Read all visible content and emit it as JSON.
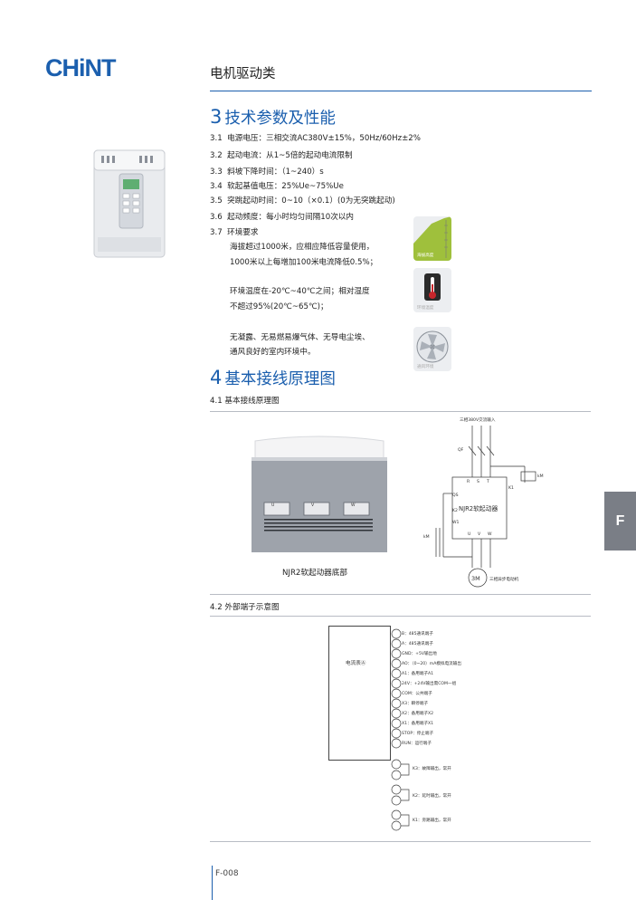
{
  "header": {
    "brand": "CHiNT",
    "section": "电机驱动类"
  },
  "sec3": {
    "num": "3",
    "title": "技术参数及性能",
    "items": [
      {
        "n": "3.1",
        "t": "电源电压：三相交流AC380V±15%，50Hz/60Hz±2%"
      },
      {
        "n": "3.2",
        "t": "起动电流：从1~5倍的起动电流限制"
      },
      {
        "n": "3.3",
        "t": "斜坡下降时间：（1~240）s"
      },
      {
        "n": "3.4",
        "t": "软起基值电压：25%Ue~75%Ue"
      },
      {
        "n": "3.5",
        "t": "突跳起动时间：0~10（×0.1）(0为无突跳起动)"
      },
      {
        "n": "3.6",
        "t": "起动频度：每小时均匀间隔10次以内"
      },
      {
        "n": "3.7",
        "t": "环境要求"
      }
    ],
    "env": [
      "海拔超过1000米，应相应降低容量使用，",
      "1000米以上每增加100米电流降低0.5%；",
      "环境温度在-20℃~40℃之间；相对湿度",
      "不超过95%(20℃~65℃)；",
      "无凝露、无易燃易爆气体、无导电尘埃、",
      "通风良好的室内环境中。"
    ],
    "icon_labels": [
      "海拔高度",
      "环境温度",
      "通风环境"
    ]
  },
  "sec4": {
    "num": "4",
    "title": "基本接线原理图",
    "sub1": "4.1 基本接线原理图",
    "photo_caption": "NJR2软起动器底部",
    "terminals": [
      "U",
      "V",
      "W"
    ],
    "wiring": {
      "input": "三相380V交流输入",
      "qf": "QF",
      "rst": [
        "R",
        "S",
        "T"
      ],
      "km": "kM",
      "k1": "K1",
      "starter": "NJR2软起动器",
      "left_labels": [
        "QS",
        "K2",
        "W1",
        "kM"
      ],
      "uvw": [
        "U",
        "V",
        "W"
      ],
      "motor": "3M",
      "motor_label": "三相异步电动机"
    },
    "sub2": "4.2 外部端子示意图",
    "meter": "电流表Ⓐ",
    "terms": [
      "B：485通讯端子",
      "A：485通讯端子",
      "GND：+5V输出地",
      "AO：（0~20）mA模拟电流输出",
      "A1：备用端子A1",
      "24V：+24V输出需COM一组",
      "COM：公共端子",
      "X3：瞬停端子",
      "X2：备用端子X2",
      "X1：备用端子X1",
      "STOP：停止端子",
      "RUN：运行端子"
    ],
    "relays": [
      "K3：故障输出，常开",
      "K2：延时输出，常开",
      "K1：旁路输出，常开"
    ]
  },
  "side_tab": "F",
  "footer": {
    "page": "F-008"
  },
  "colors": {
    "brand": "#1b5fae",
    "tab": "#7a7e86"
  }
}
